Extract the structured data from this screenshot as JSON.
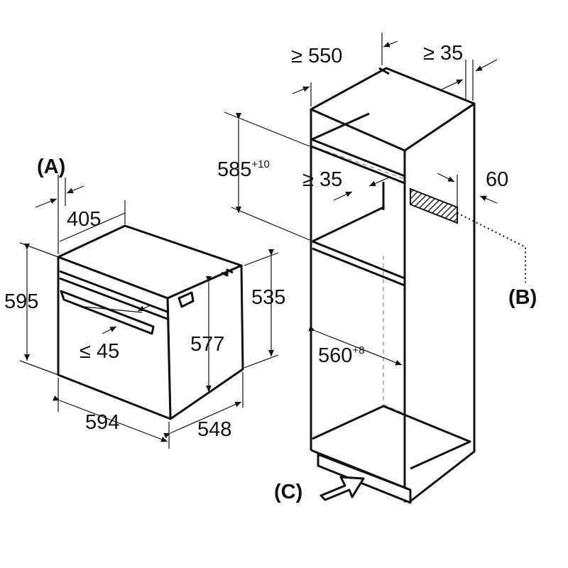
{
  "oven": {
    "label_a": {
      "paren_open": "(",
      "letter": "A",
      "paren_close": ")"
    },
    "dim_depth_front": "405",
    "dim_height_outer": "595",
    "dim_height_inner": "577",
    "dim_height_back": "535",
    "dim_handle": "≤ 45",
    "dim_width": "594",
    "dim_depth": "548"
  },
  "cabinet": {
    "dim_depth_min": "≥ 550",
    "dim_back_gap": "≥ 35",
    "dim_niche_height": "585",
    "dim_niche_height_tol": "+10",
    "dim_shelf_gap": "≥ 35",
    "dim_vent": "60",
    "dim_niche_width": "560",
    "dim_niche_width_tol": "+8",
    "label_b": {
      "paren_open": "(",
      "letter": "B",
      "paren_close": ")"
    },
    "label_c": {
      "paren_open": "(",
      "letter": "C",
      "paren_close": ")"
    }
  }
}
